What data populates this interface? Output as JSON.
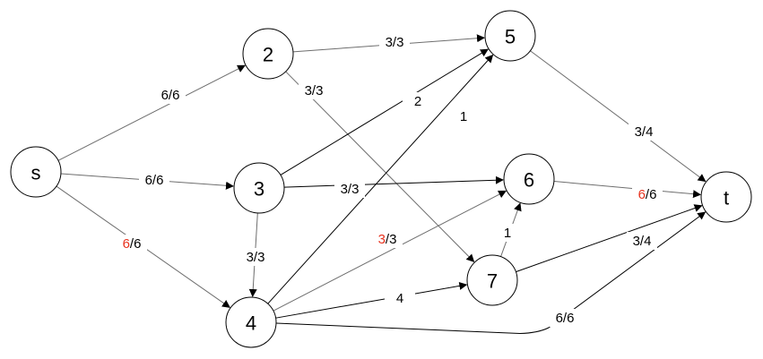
{
  "colors": {
    "line": "#6e6e6e",
    "line_dark": "#000000",
    "highlight": "#e8321e",
    "text": "#000000"
  },
  "nodes": [
    {
      "id": "s",
      "label": "s"
    },
    {
      "id": "2",
      "label": "2"
    },
    {
      "id": "3",
      "label": "3"
    },
    {
      "id": "4",
      "label": "4"
    },
    {
      "id": "5",
      "label": "5"
    },
    {
      "id": "6",
      "label": "6"
    },
    {
      "id": "7",
      "label": "7"
    },
    {
      "id": "t",
      "label": "t"
    }
  ],
  "edges": [
    {
      "from": "s",
      "to": "2",
      "flow": "6",
      "capacity": "6",
      "highlight": false
    },
    {
      "from": "s",
      "to": "3",
      "flow": "6",
      "capacity": "6",
      "highlight": false
    },
    {
      "from": "s",
      "to": "4",
      "flow": "6",
      "capacity": "6",
      "highlight": true
    },
    {
      "from": "2",
      "to": "5",
      "flow": "3",
      "capacity": "3",
      "highlight": false
    },
    {
      "from": "2",
      "to": "7",
      "flow": "3",
      "capacity": "3",
      "highlight": false
    },
    {
      "from": "3",
      "to": "5",
      "flow": "2",
      "capacity": "",
      "highlight": false
    },
    {
      "from": "3",
      "to": "6",
      "flow": "3",
      "capacity": "3",
      "highlight": false
    },
    {
      "from": "3",
      "to": "4",
      "flow": "3",
      "capacity": "3",
      "highlight": false
    },
    {
      "from": "4",
      "to": "5",
      "flow": "1",
      "capacity": "",
      "highlight": false
    },
    {
      "from": "4",
      "to": "6",
      "flow": "3",
      "capacity": "3",
      "highlight": true
    },
    {
      "from": "4",
      "to": "7",
      "flow": "4",
      "capacity": "",
      "highlight": false
    },
    {
      "from": "4",
      "to": "t",
      "flow": "6",
      "capacity": "6",
      "highlight": false
    },
    {
      "from": "5",
      "to": "t",
      "flow": "3",
      "capacity": "4",
      "highlight": false
    },
    {
      "from": "6",
      "to": "t",
      "flow": "6",
      "capacity": "6",
      "highlight": true
    },
    {
      "from": "7",
      "to": "6",
      "flow": "1",
      "capacity": "",
      "highlight": false
    },
    {
      "from": "7",
      "to": "t",
      "flow": "3",
      "capacity": "4",
      "highlight": false
    }
  ]
}
